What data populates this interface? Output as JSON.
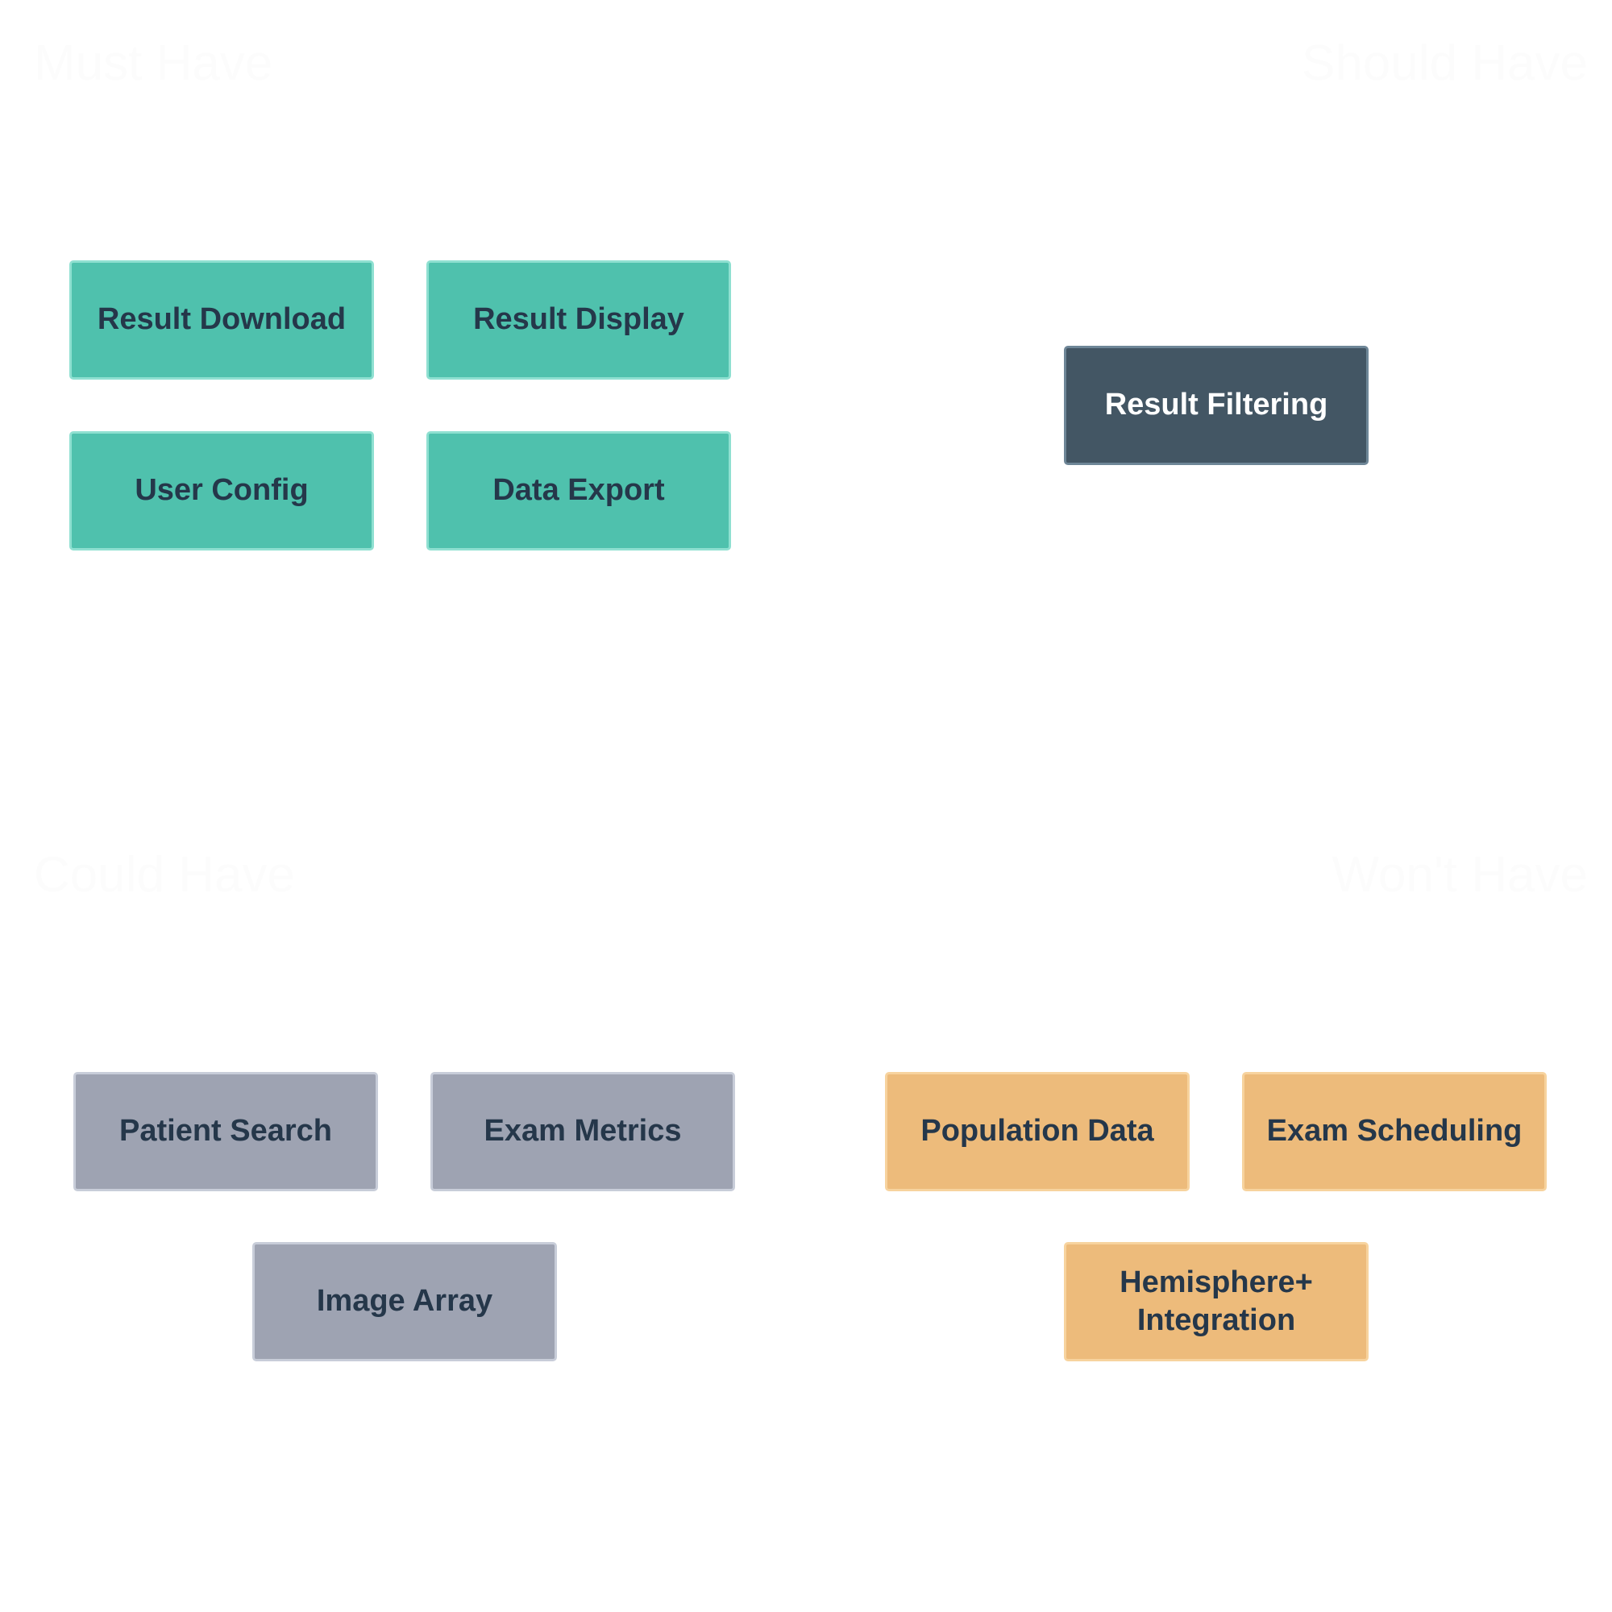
{
  "colors": {
    "background": "#ffffff",
    "must_fill": "#4fc1ad",
    "should_fill": "#435664",
    "could_fill": "#9ea3b2",
    "wont_fill": "#edbb7b",
    "card_text": "#25374a",
    "heading_text": "#fcfcfc"
  },
  "quadrants": {
    "must": {
      "title": "Must Have",
      "items": [
        "Result Download",
        "Result Display",
        "User Config",
        "Data Export"
      ]
    },
    "should": {
      "title": "Should Have",
      "items": [
        "Result Filtering"
      ]
    },
    "could": {
      "title": "Could Have",
      "items": [
        "Patient Search",
        "Exam Metrics",
        "Image Array"
      ]
    },
    "wont": {
      "title": "Won't Have",
      "items": [
        "Population Data",
        "Exam Scheduling",
        "Hemisphere+ Integration"
      ]
    }
  }
}
